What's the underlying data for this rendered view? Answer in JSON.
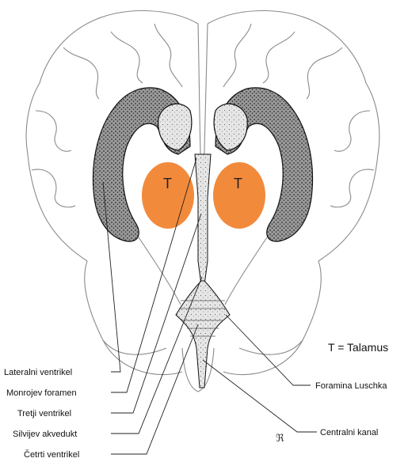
{
  "thalamus": {
    "letter": "T",
    "color": "#f28a3c"
  },
  "legend": {
    "text": "T = Talamus"
  },
  "labels": {
    "lateral_ventricle": "Lateralni ventrikel",
    "monro_foramen": "Monrojev foramen",
    "third_ventricle": "Tretji ventrikel",
    "sylvian_aqueduct": "Silvijev akvedukt",
    "fourth_ventricle": "Četrti ventrikel",
    "luschka_foramina": "Foramina Luschka",
    "central_canal": "Centralni kanal"
  },
  "signature": "ℜ"
}
